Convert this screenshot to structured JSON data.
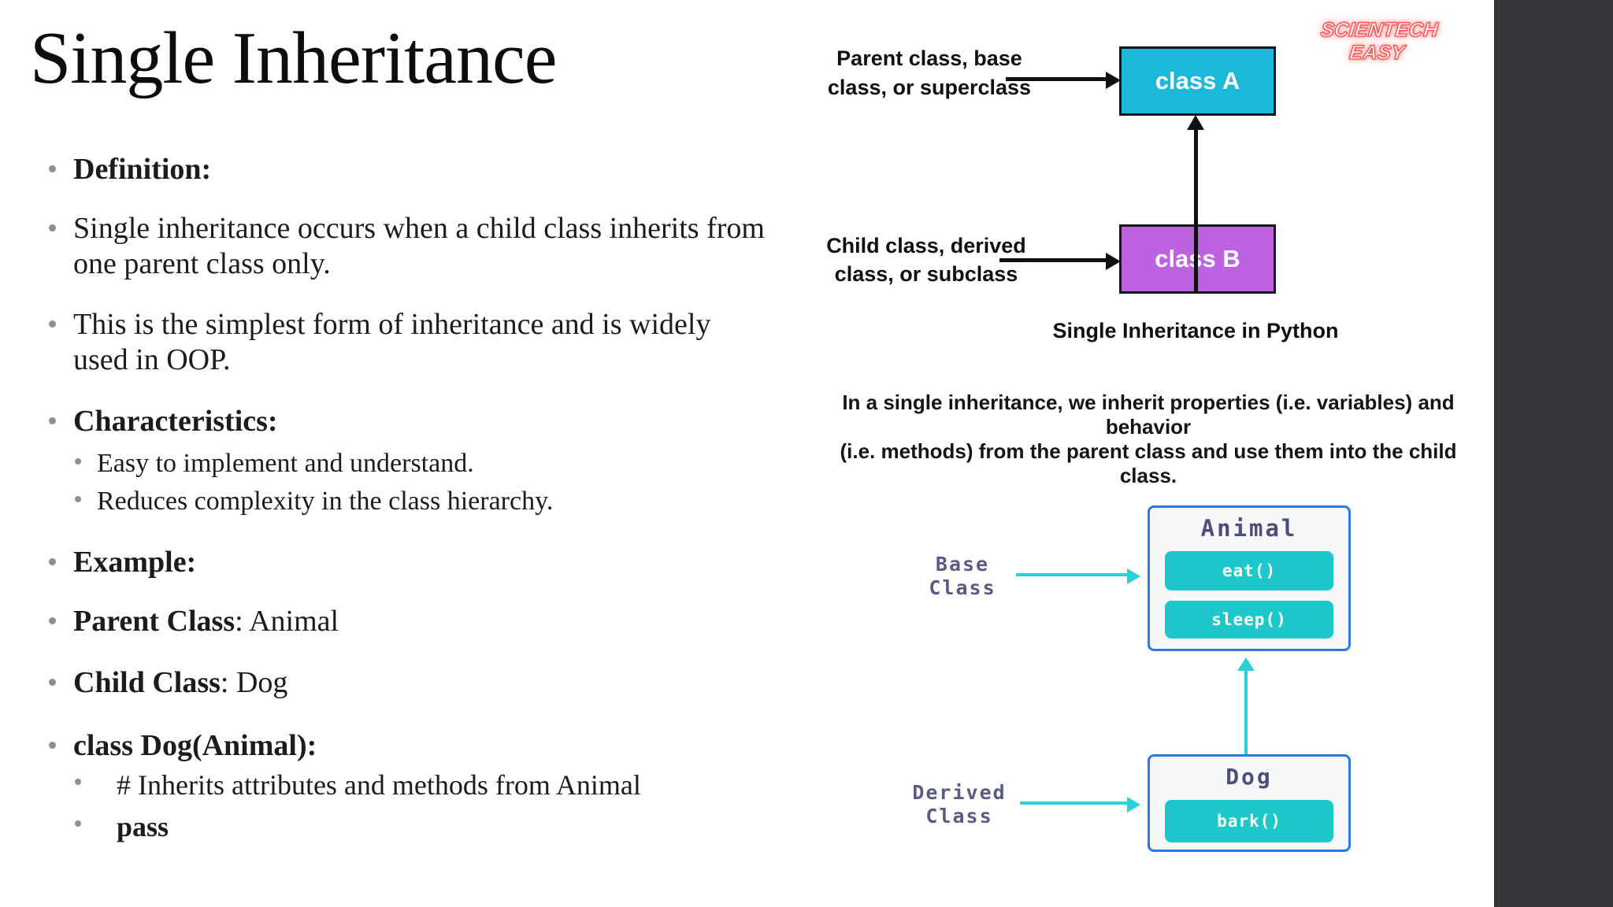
{
  "slide": {
    "title": "Single Inheritance",
    "bullets": [
      {
        "bold": "Definition:",
        "text": ""
      },
      {
        "bold": "",
        "text": "Single inheritance occurs when a child class inherits from one parent class only."
      },
      {
        "bold": "",
        "text": " This is the simplest form of inheritance and is widely used in OOP."
      },
      {
        "bold": "Characteristics:",
        "text": ""
      },
      {
        "bold": "",
        "text": "Easy to implement and understand."
      },
      {
        "bold": "",
        "text": "Reduces complexity in the class hierarchy."
      },
      {
        "bold": "Example:",
        "text": ""
      },
      {
        "bold": "Parent Class",
        "text": ": Animal"
      },
      {
        "bold": "Child Class",
        "text": ": Dog"
      },
      {
        "bold": "class Dog(Animal):",
        "text": ""
      },
      {
        "bold": "",
        "text": "# Inherits attributes and methods from Animal"
      },
      {
        "bold": "pass",
        "text": ""
      }
    ]
  },
  "watermark": {
    "text": "SCIENTECH EASY",
    "glow_color": "#ff5a5a"
  },
  "top_diagram": {
    "parent_label": [
      "Parent class, base",
      "class, or superclass"
    ],
    "child_label": [
      "Child class, derived",
      "class, or subclass"
    ],
    "class_a": {
      "label": "class A",
      "bg": "#1bb8d9"
    },
    "class_b": {
      "label": "class B",
      "bg": "#bd63e2"
    },
    "caption": "Single Inheritance in Python",
    "description": [
      "In a single inheritance, we inherit properties (i.e. variables) and behavior",
      "(i.e. methods) from the parent class and use them into the child class."
    ]
  },
  "bottom_diagram": {
    "base_label": [
      "Base",
      "Class"
    ],
    "derived_label": [
      "Derived",
      "Class"
    ],
    "animal": {
      "title": "Animal",
      "methods": [
        "eat()",
        "sleep()"
      ]
    },
    "dog": {
      "title": "Dog",
      "methods": [
        "bark()"
      ]
    },
    "colors": {
      "border": "#2979ea",
      "method_bg": "#1dc8ca",
      "arrow": "#2ad0d8",
      "label": "#5a5a82"
    }
  }
}
